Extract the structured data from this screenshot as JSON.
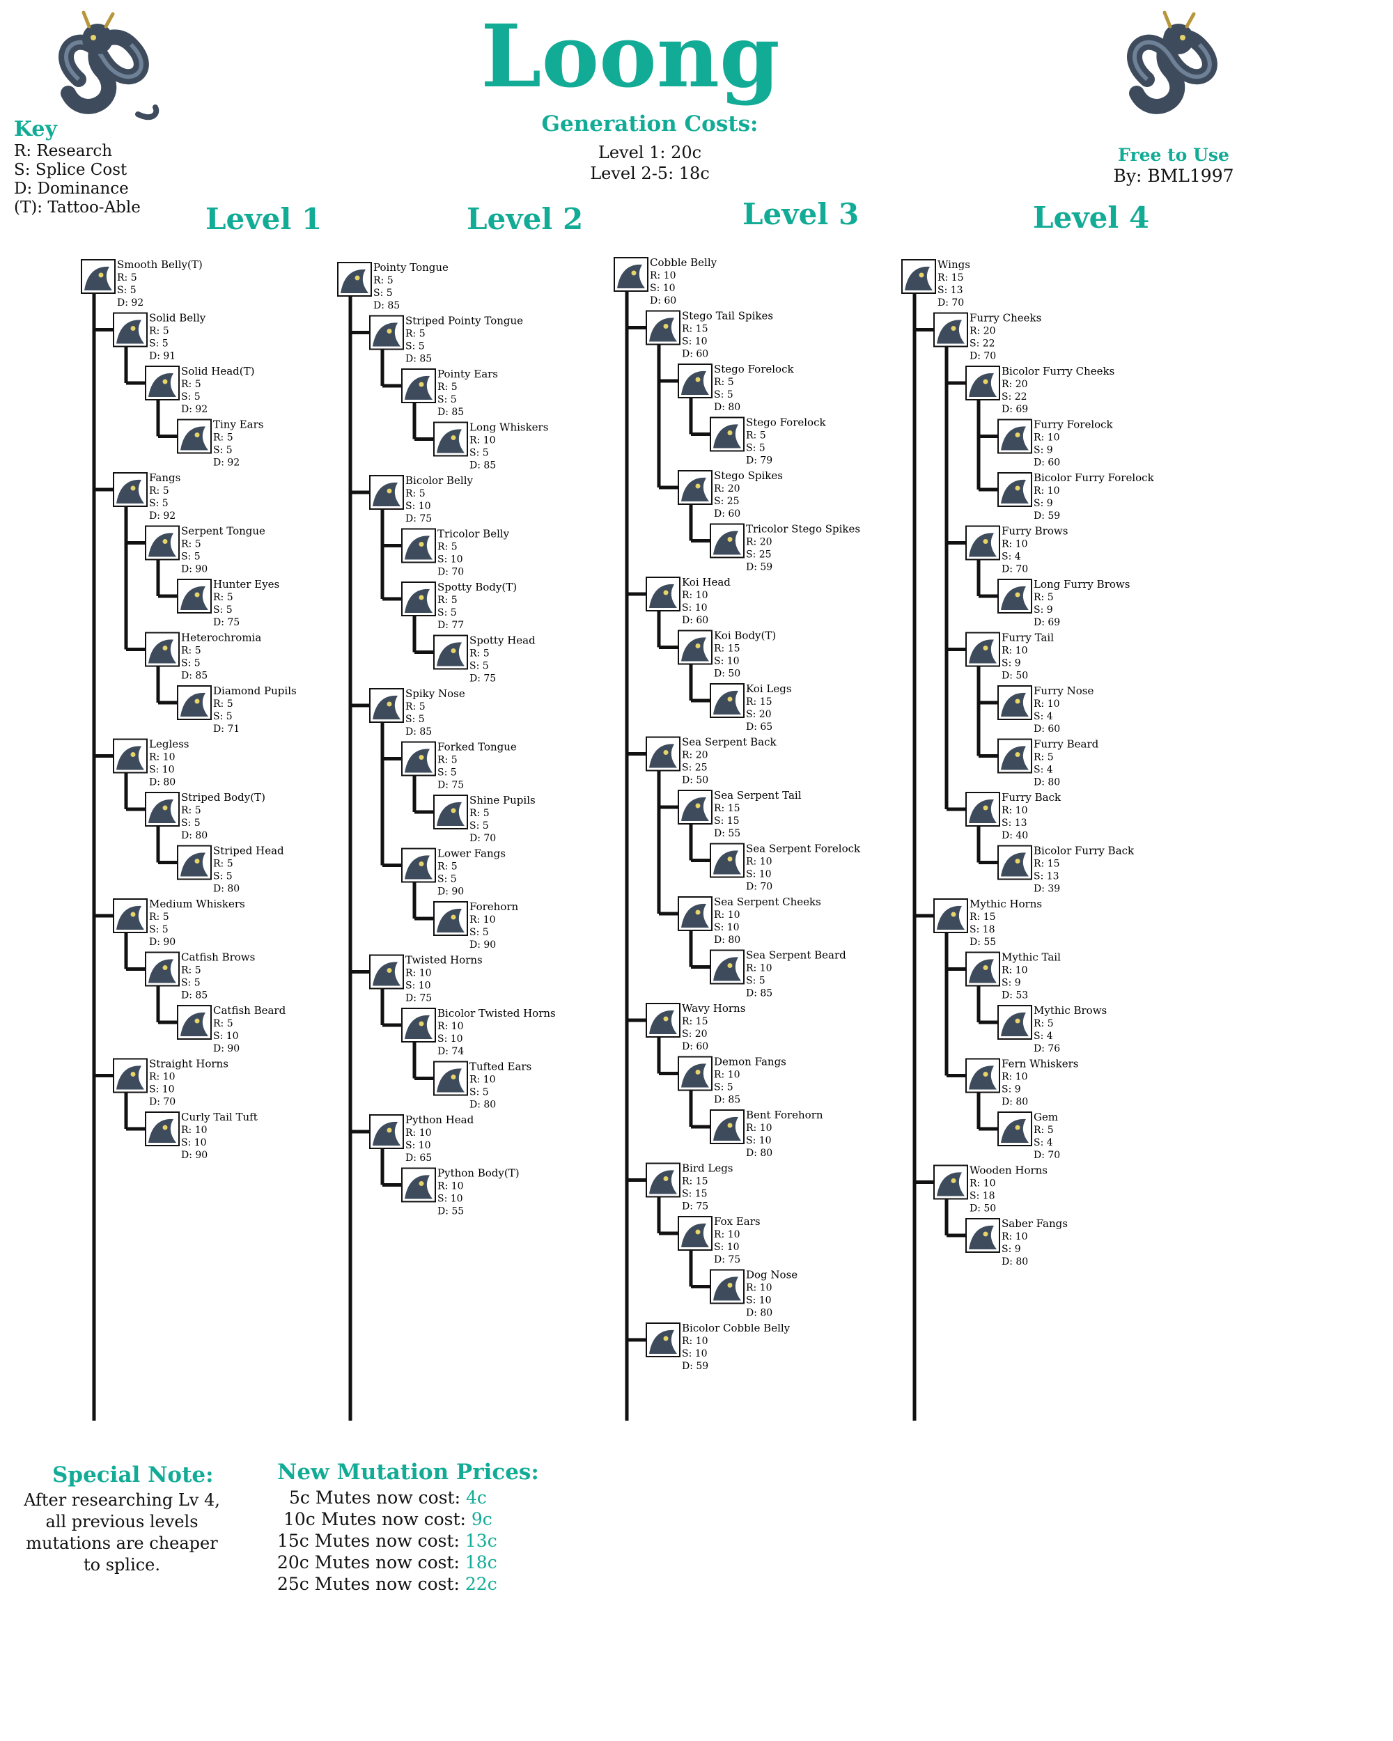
{
  "header": {
    "title": "Loong",
    "gen_heading": "Generation Costs:",
    "gen_line1": "Level 1: 20c",
    "gen_line2": "Level 2-5: 18c"
  },
  "key": {
    "heading": "Key",
    "lines": [
      "R: Research",
      "S: Splice Cost",
      "D: Dominance",
      "(T): Tattoo-Able"
    ]
  },
  "credit": {
    "free": "Free to Use",
    "by": "By: BML1997"
  },
  "levels": [
    "Level 1",
    "Level 2",
    "Level 3",
    "Level 4"
  ],
  "special_note": {
    "heading": "Special Note:",
    "lines": [
      "After researching Lv 4,",
      "all previous levels",
      "mutations are cheaper",
      "to splice."
    ]
  },
  "prices": {
    "heading": "New Mutation Prices:",
    "rows": [
      {
        "label": "5c Mutes now cost:",
        "value": "4c"
      },
      {
        "label": "10c Mutes now cost:",
        "value": "9c"
      },
      {
        "label": "15c Mutes now cost:",
        "value": "13c"
      },
      {
        "label": "20c Mutes now cost:",
        "value": "18c"
      },
      {
        "label": "25c Mutes now cost:",
        "value": "22c"
      }
    ]
  },
  "colors": {
    "accent": "#12ab96",
    "dragon": "#3d4b5c",
    "dark": "#111111"
  },
  "trees": [
    {
      "nodes": [
        {
          "name": "Smooth Belly(T)",
          "r": "R: 5",
          "s": "S: 5",
          "d": "D: 92",
          "children": [
            {
              "name": "Solid Belly",
              "r": "R: 5",
              "s": "S: 5",
              "d": "D: 91",
              "children": [
                {
                  "name": "Solid Head(T)",
                  "r": "R: 5",
                  "s": "S: 5",
                  "d": "D: 92",
                  "children": [
                    {
                      "name": "Tiny Ears",
                      "r": "R: 5",
                      "s": "S: 5",
                      "d": "D: 92"
                    }
                  ]
                }
              ]
            },
            {
              "name": "Fangs",
              "r": "R: 5",
              "s": "S: 5",
              "d": "D: 92",
              "children": [
                {
                  "name": "Serpent Tongue",
                  "r": "R: 5",
                  "s": "S: 5",
                  "d": "D: 90",
                  "children": [
                    {
                      "name": "Hunter Eyes",
                      "r": "R: 5",
                      "s": "S: 5",
                      "d": "D: 75"
                    }
                  ]
                },
                {
                  "name": "Heterochromia",
                  "r": "R: 5",
                  "s": "S: 5",
                  "d": "D: 85",
                  "children": [
                    {
                      "name": "Diamond Pupils",
                      "r": "R: 5",
                      "s": "S: 5",
                      "d": "D: 71"
                    }
                  ]
                }
              ]
            },
            {
              "name": "Legless",
              "r": "R: 10",
              "s": "S: 10",
              "d": "D: 80",
              "children": [
                {
                  "name": "Striped Body(T)",
                  "r": "R: 5",
                  "s": "S: 5",
                  "d": "D: 80",
                  "children": [
                    {
                      "name": "Striped Head",
                      "r": "R: 5",
                      "s": "S: 5",
                      "d": "D: 80"
                    }
                  ]
                }
              ]
            },
            {
              "name": "Medium Whiskers",
              "r": "R: 5",
              "s": "S: 5",
              "d": "D: 90",
              "children": [
                {
                  "name": "Catfish Brows",
                  "r": "R: 5",
                  "s": "S: 5",
                  "d": "D: 85",
                  "children": [
                    {
                      "name": "Catfish Beard",
                      "r": "R: 5",
                      "s": "S: 10",
                      "d": "D: 90"
                    }
                  ]
                }
              ]
            },
            {
              "name": "Straight Horns",
              "r": "R: 10",
              "s": "S: 10",
              "d": "D: 70",
              "children": [
                {
                  "name": "Curly Tail Tuft",
                  "r": "R: 10",
                  "s": "S: 10",
                  "d": "D: 90"
                }
              ]
            }
          ]
        }
      ]
    },
    {
      "nodes": [
        {
          "name": "Pointy Tongue",
          "r": "R: 5",
          "s": "S: 5",
          "d": "D: 85",
          "children": [
            {
              "name": "Striped Pointy Tongue",
              "r": "R: 5",
              "s": "S: 5",
              "d": "D: 85",
              "children": [
                {
                  "name": "Pointy Ears",
                  "r": "R: 5",
                  "s": "S: 5",
                  "d": "D: 85",
                  "children": [
                    {
                      "name": "Long Whiskers",
                      "r": "R: 10",
                      "s": "S: 5",
                      "d": "D: 85"
                    }
                  ]
                }
              ]
            },
            {
              "name": "Bicolor Belly",
              "r": "R: 5",
              "s": "S: 10",
              "d": "D: 75",
              "children": [
                {
                  "name": "Tricolor Belly",
                  "r": "R: 5",
                  "s": "S: 10",
                  "d": "D: 70"
                },
                {
                  "name": "Spotty Body(T)",
                  "r": "R: 5",
                  "s": "S: 5",
                  "d": "D: 77",
                  "children": [
                    {
                      "name": "Spotty Head",
                      "r": "R: 5",
                      "s": "S: 5",
                      "d": "D: 75"
                    }
                  ]
                }
              ]
            },
            {
              "name": "Spiky Nose",
              "r": "R: 5",
              "s": "S: 5",
              "d": "D: 85",
              "children": [
                {
                  "name": "Forked Tongue",
                  "r": "R: 5",
                  "s": "S: 5",
                  "d": "D: 75",
                  "children": [
                    {
                      "name": "Shine Pupils",
                      "r": "R: 5",
                      "s": "S: 5",
                      "d": "D: 70"
                    }
                  ]
                },
                {
                  "name": "Lower Fangs",
                  "r": "R: 5",
                  "s": "S: 5",
                  "d": "D: 90",
                  "children": [
                    {
                      "name": "Forehorn",
                      "r": "R: 10",
                      "s": "S: 5",
                      "d": "D: 90"
                    }
                  ]
                }
              ]
            },
            {
              "name": "Twisted Horns",
              "r": "R: 10",
              "s": "S: 10",
              "d": "D: 75",
              "children": [
                {
                  "name": "Bicolor Twisted Horns",
                  "r": "R: 10",
                  "s": "S: 10",
                  "d": "D: 74",
                  "children": [
                    {
                      "name": "Tufted Ears",
                      "r": "R: 10",
                      "s": "S: 5",
                      "d": "D: 80"
                    }
                  ]
                }
              ]
            },
            {
              "name": "Python Head",
              "r": "R: 10",
              "s": "S: 10",
              "d": "D: 65",
              "children": [
                {
                  "name": "Python Body(T)",
                  "r": "R: 10",
                  "s": "S: 10",
                  "d": "D: 55"
                }
              ]
            }
          ]
        }
      ]
    },
    {
      "nodes": [
        {
          "name": "Cobble Belly",
          "r": "R: 10",
          "s": "S: 10",
          "d": "D: 60",
          "children": [
            {
              "name": "Stego Tail Spikes",
              "r": "R: 15",
              "s": "S: 10",
              "d": "D: 60",
              "children": [
                {
                  "name": "Stego Forelock",
                  "r": "R: 5",
                  "s": "S: 5",
                  "d": "D: 80",
                  "children": [
                    {
                      "name": "Stego Forelock",
                      "r": "R: 5",
                      "s": "S: 5",
                      "d": "D: 79"
                    }
                  ]
                },
                {
                  "name": "Stego Spikes",
                  "r": "R: 20",
                  "s": "S: 25",
                  "d": "D: 60",
                  "children": [
                    {
                      "name": "Tricolor Stego Spikes",
                      "r": "R: 20",
                      "s": "S: 25",
                      "d": "D: 59"
                    }
                  ]
                }
              ]
            },
            {
              "name": "Koi Head",
              "r": "R: 10",
              "s": "S: 10",
              "d": "D: 60",
              "children": [
                {
                  "name": "Koi Body(T)",
                  "r": "R: 15",
                  "s": "S: 10",
                  "d": "D: 50",
                  "children": [
                    {
                      "name": "Koi Legs",
                      "r": "R: 15",
                      "s": "S: 20",
                      "d": "D: 65"
                    }
                  ]
                }
              ]
            },
            {
              "name": "Sea Serpent Back",
              "r": "R: 20",
              "s": "S: 25",
              "d": "D: 50",
              "children": [
                {
                  "name": "Sea Serpent Tail",
                  "r": "R: 15",
                  "s": "S: 15",
                  "d": "D: 55",
                  "children": [
                    {
                      "name": "Sea Serpent Forelock",
                      "r": "R: 10",
                      "s": "S: 10",
                      "d": "D: 70"
                    }
                  ]
                },
                {
                  "name": "Sea Serpent Cheeks",
                  "r": "R: 10",
                  "s": "S: 10",
                  "d": "D: 80",
                  "children": [
                    {
                      "name": "Sea Serpent Beard",
                      "r": "R: 10",
                      "s": "S: 5",
                      "d": "D: 85"
                    }
                  ]
                }
              ]
            },
            {
              "name": "Wavy Horns",
              "r": "R: 15",
              "s": "S: 20",
              "d": "D: 60",
              "children": [
                {
                  "name": "Demon Fangs",
                  "r": "R: 10",
                  "s": "S: 5",
                  "d": "D: 85",
                  "children": [
                    {
                      "name": "Bent Forehorn",
                      "r": "R: 10",
                      "s": "S: 10",
                      "d": "D: 80"
                    }
                  ]
                }
              ]
            },
            {
              "name": "Bird Legs",
              "r": "R: 15",
              "s": "S: 15",
              "d": "D: 75",
              "children": [
                {
                  "name": "Fox Ears",
                  "r": "R: 10",
                  "s": "S: 10",
                  "d": "D: 75",
                  "children": [
                    {
                      "name": "Dog Nose",
                      "r": "R: 10",
                      "s": "S: 10",
                      "d": "D: 80"
                    }
                  ]
                }
              ]
            },
            {
              "name": "Bicolor Cobble Belly",
              "r": "R: 10",
              "s": "S: 10",
              "d": "D: 59"
            }
          ]
        }
      ]
    },
    {
      "nodes": [
        {
          "name": "Wings",
          "r": "R: 15",
          "s": "S: 13",
          "d": "D: 70",
          "children": [
            {
              "name": "Furry Cheeks",
              "r": "R: 20",
              "s": "S: 22",
              "d": "D: 70",
              "children": [
                {
                  "name": "Bicolor Furry Cheeks",
                  "r": "R: 20",
                  "s": "S: 22",
                  "d": "D: 69",
                  "children": [
                    {
                      "name": "Furry Forelock",
                      "r": "R: 10",
                      "s": "S: 9",
                      "d": "D: 60"
                    },
                    {
                      "name": "Bicolor Furry Forelock",
                      "r": "R: 10",
                      "s": "S: 9",
                      "d": "D: 59"
                    }
                  ]
                },
                {
                  "name": "Furry Brows",
                  "r": "R: 10",
                  "s": "S: 4",
                  "d": "D: 70",
                  "children": [
                    {
                      "name": "Long Furry Brows",
                      "r": "R: 5",
                      "s": "S: 9",
                      "d": "D: 69"
                    }
                  ]
                },
                {
                  "name": "Furry Tail",
                  "r": "R: 10",
                  "s": "S: 9",
                  "d": "D: 50",
                  "children": [
                    {
                      "name": "Furry Nose",
                      "r": "R: 10",
                      "s": "S: 4",
                      "d": "D: 60"
                    },
                    {
                      "name": "Furry Beard",
                      "r": "R: 5",
                      "s": "S: 4",
                      "d": "D: 80"
                    }
                  ]
                },
                {
                  "name": "Furry Back",
                  "r": "R: 10",
                  "s": "S: 13",
                  "d": "D: 40",
                  "children": [
                    {
                      "name": "Bicolor Furry Back",
                      "r": "R: 15",
                      "s": "S: 13",
                      "d": "D: 39"
                    }
                  ]
                }
              ]
            },
            {
              "name": "Mythic Horns",
              "r": "R: 15",
              "s": "S: 18",
              "d": "D: 55",
              "children": [
                {
                  "name": "Mythic Tail",
                  "r": "R: 10",
                  "s": "S: 9",
                  "d": "D: 53",
                  "children": [
                    {
                      "name": "Mythic Brows",
                      "r": "R: 5",
                      "s": "S: 4",
                      "d": "D: 76"
                    }
                  ]
                },
                {
                  "name": "Fern Whiskers",
                  "r": "R: 10",
                  "s": "S: 9",
                  "d": "D: 80",
                  "children": [
                    {
                      "name": "Gem",
                      "r": "R: 5",
                      "s": "S: 4",
                      "d": "D: 70"
                    }
                  ]
                }
              ]
            },
            {
              "name": "Wooden Horns",
              "r": "R: 10",
              "s": "S: 18",
              "d": "D: 50",
              "children": [
                {
                  "name": "Saber Fangs",
                  "r": "R: 10",
                  "s": "S: 9",
                  "d": "D: 80"
                }
              ]
            }
          ]
        }
      ]
    }
  ]
}
